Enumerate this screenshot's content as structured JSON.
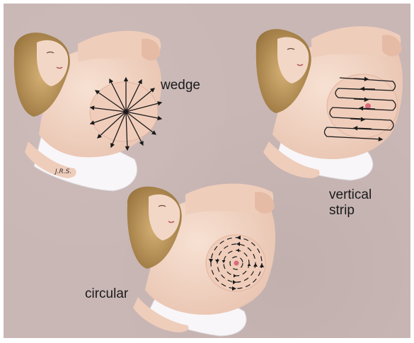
{
  "labels": {
    "wedge": "wedge",
    "vertical": "vertical",
    "strip": "strip",
    "circular": "circular"
  },
  "colors": {
    "background": "#c9b7b5",
    "skin": "#f3d7c6",
    "skin_shadow": "#e3b9a6",
    "hair": "#c9a064",
    "hair_dark": "#8e6b3b",
    "pillow": "#f8f6f8",
    "gown": "#d7b8cf",
    "arrow": "#1a1a1a",
    "nipple": "#d96a7a"
  }
}
